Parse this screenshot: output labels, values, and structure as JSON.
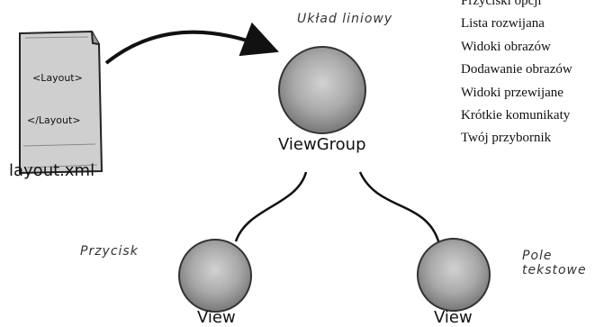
{
  "file": {
    "name": "layout.xml",
    "tag_open": "<Layout>",
    "tag_close": "</Layout>"
  },
  "root": {
    "annotation": "Układ liniowy",
    "label": "ViewGroup"
  },
  "children": [
    {
      "annotation": "Przycisk",
      "label": "View"
    },
    {
      "annotation": "Pole tekstowe",
      "label": "View"
    }
  ],
  "side_list": [
    "Przyciski opcji",
    "Lista rozwijana",
    "Widoki obrazów",
    "Dodawanie obrazów",
    "Widoki przewijane",
    "Krótkie komunikaty",
    "Twój przybornik"
  ]
}
